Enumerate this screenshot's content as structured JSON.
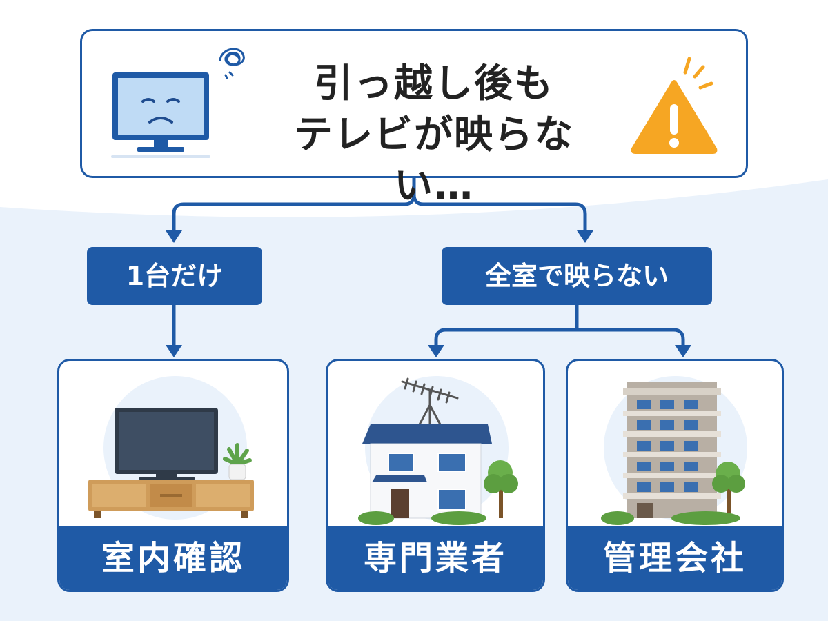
{
  "headline": {
    "line1": "引っ越し後も",
    "line2": "テレビが映らない…"
  },
  "branches": {
    "left_label": "1台だけ",
    "right_label": "全室で映らない"
  },
  "outcomes": {
    "left": "室内確認",
    "middle": "専門業者",
    "right": "管理会社"
  },
  "icons": {
    "sad_tv": "sad-tv-icon",
    "warning": "warning-icon",
    "confusion": "confusion-scribble-icon"
  },
  "colors": {
    "primary": "#1f5aa6",
    "warning": "#f6a623",
    "background_wave": "#eaf2fb"
  }
}
